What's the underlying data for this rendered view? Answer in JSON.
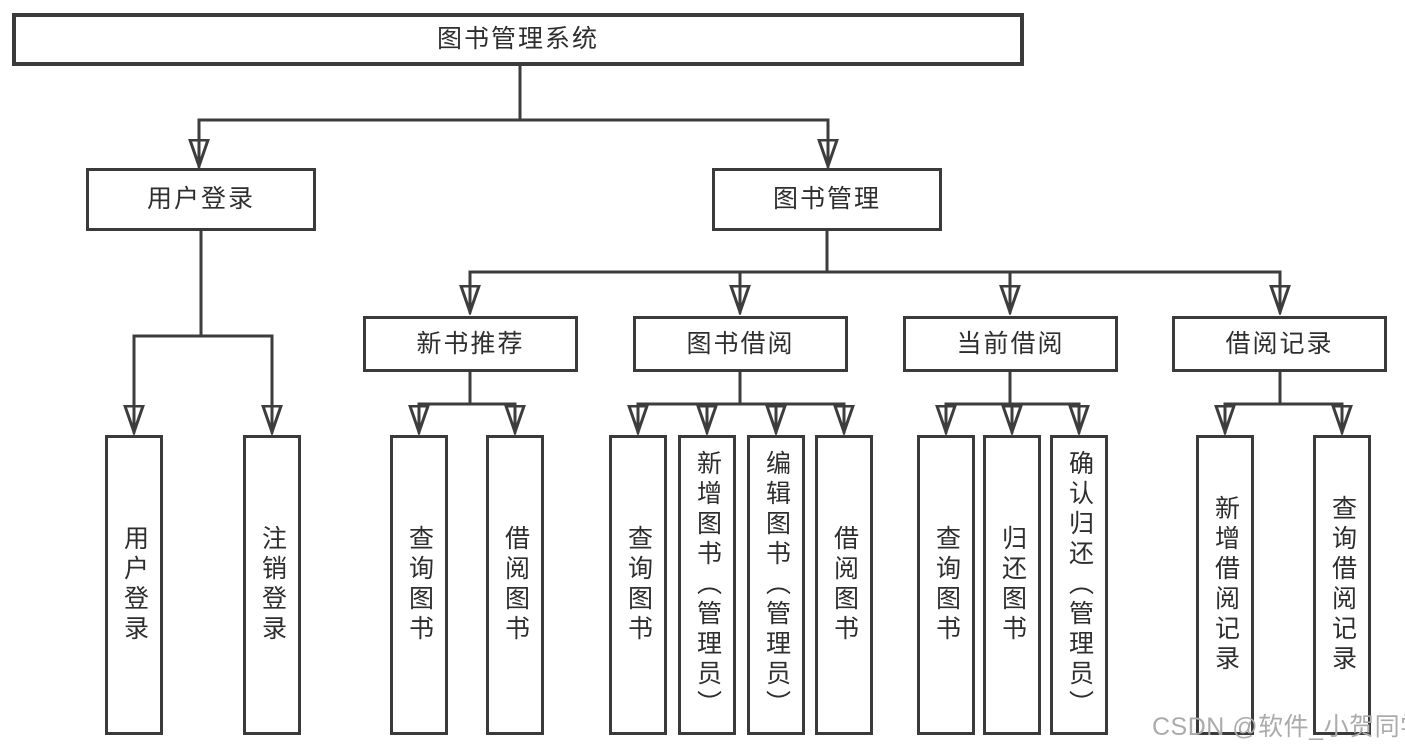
{
  "watermark": "CSDN @软件_小贺同学",
  "colors": {
    "line": "#3d3d3d",
    "box_border": "#3a3a3a",
    "box_bg": "#ffffff",
    "text": "#2e2e2e",
    "watermark": "#ababab"
  },
  "nodes": {
    "root": "图书管理系统",
    "user_login": "用户登录",
    "book_mgmt": "图书管理",
    "new_book": "新书推荐",
    "book_borrow": "图书借阅",
    "current_borrow": "当前借阅",
    "borrow_record": "借阅记录",
    "leaf_user_login": "用户登录",
    "leaf_logout": "注销登录",
    "leaf_nb_query": "查询图书",
    "leaf_nb_borrow": "借阅图书",
    "leaf_bb_query": "查询图书",
    "leaf_bb_add": "新增图书（管理员）",
    "leaf_bb_edit": "编辑图书（管理员）",
    "leaf_bb_borrow": "借阅图书",
    "leaf_cb_query": "查询图书",
    "leaf_cb_return": "归还图书",
    "leaf_cb_confirm": "确认归还（管理员）",
    "leaf_br_add": "新增借阅记录",
    "leaf_br_query": "查询借阅记录"
  }
}
